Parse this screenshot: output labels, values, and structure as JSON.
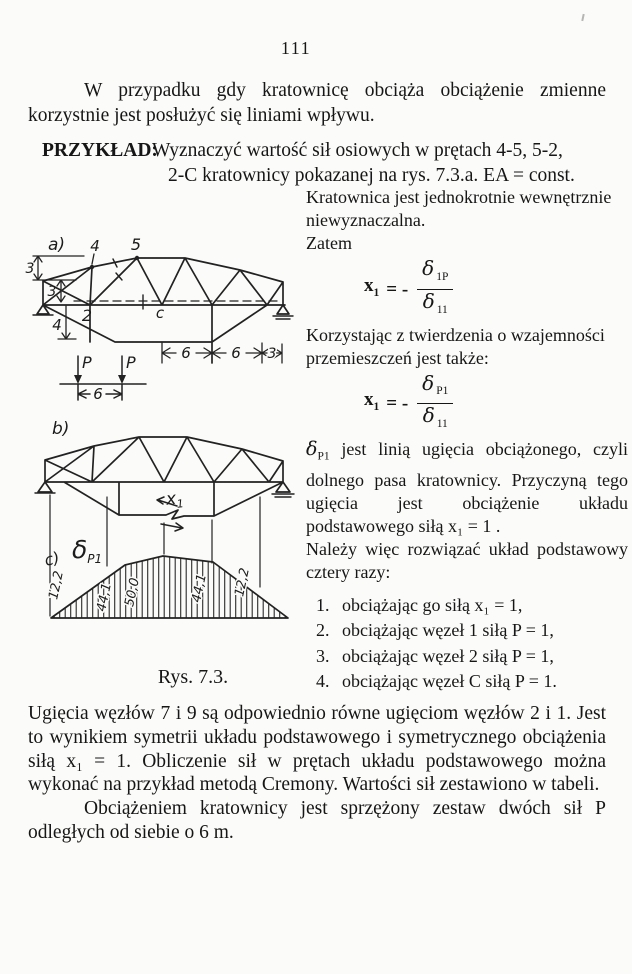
{
  "page": {
    "number": "111",
    "intro": "W przypadku gdy kratownicę obciąża obciążenie zmienne korzystnie jest posłużyć się liniami wpływu.",
    "example_label": "PRZYKŁAD:",
    "example_line1": "Wyznaczyć wartość sił osiowych w prętach 4-5, 5-2,",
    "example_line2": "2-C kratownicy pokazanej na rys. 7.3.a. EA = const."
  },
  "right_column": {
    "para1": "Kratownica jest jednokrotnie wewnętrznie niewyznaczalna.",
    "zatem": "Zatem",
    "formula1": {
      "lhs": "x",
      "lhs_sub": "1",
      "rel": "= -",
      "num_sym": "δ",
      "num_sub": "1P",
      "den_sym": "δ",
      "den_sub": "11"
    },
    "para2": "Korzystając z twierdzenia o wzajemności przemieszczeń jest także:",
    "formula2": {
      "lhs": "x",
      "lhs_sub": "1",
      "rel": "= -",
      "num_sym": "δ",
      "num_sub": "P1",
      "den_sym": "δ",
      "den_sub": "11"
    },
    "para3_sym": "δ",
    "para3_sym_sub": "P1",
    "para3_rest": " jest linią ugięcia obciążonego, czyli dolnego pasa kratownicy. Przyczyną tego ugięcia jest obciążenie układu podstawowego siłą x₁ = 1 .",
    "para4": "Należy więc rozwiązać układ podstawowy cztery razy:",
    "list": [
      {
        "num": "1.",
        "text": "obciążając go siłą x₁ = 1,"
      },
      {
        "num": "2.",
        "text": "obciążając węzeł 1 siłą P = 1,"
      },
      {
        "num": "3.",
        "text": "obciążając węzeł 2 siłą P = 1,"
      },
      {
        "num": "4.",
        "text": "obciążając węzeł C siłą P = 1."
      }
    ]
  },
  "figure": {
    "caption": "Rys. 7.3.",
    "a": {
      "label": "a)",
      "node4": "4",
      "node5": "5",
      "node2": "2",
      "node_c": "c",
      "dim_v1": "3",
      "dim_v2": "3",
      "dim_v3": "4",
      "dim_b1": "6",
      "dim_b2": "6",
      "dim_b3": "3",
      "load1": "P",
      "load2": "P",
      "dim_load": "6"
    },
    "b": {
      "label": "b)",
      "x1_sym": "x",
      "x1_sub": "1"
    },
    "c": {
      "label": "c)",
      "delta_sym": "δ",
      "delta_sub": "P1",
      "values": [
        "12,2",
        "44,1",
        "50,0",
        "44,1",
        "12,2"
      ]
    }
  },
  "footer": {
    "para1": "Ugięcia węzłów 7 i 9 są odpowiednio równe ugięciom węzłów 2 i 1. Jest to wynikiem symetrii układu podstawowego i symetrycznego obciążenia siłą x₁ = 1. Obliczenie sił w prętach układu podstawowego można wykonać na przykład metodą Cremony. Wartości sił zestawiono w tabeli.",
    "para2": "Obciążeniem kratownicy jest sprzężony zestaw dwóch sił P odległych od siebie o 6 m."
  }
}
